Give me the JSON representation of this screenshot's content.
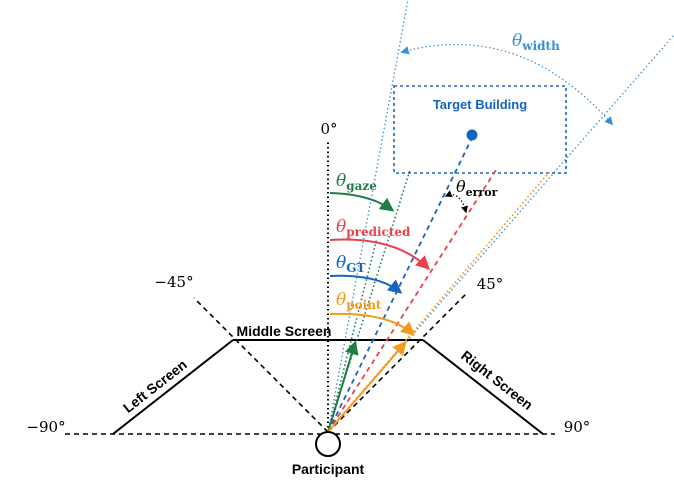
{
  "labels": {
    "target": "Target Building",
    "middle_screen": "Middle Screen",
    "left_screen": "Left Screen",
    "right_screen": "Right Screen",
    "participant": "Participant"
  },
  "angles": {
    "zero": "0°",
    "neg45": "−45°",
    "pos45": "45°",
    "neg90": "−90°",
    "pos90": "90°"
  },
  "thetas": {
    "symbol": "θ",
    "width_sub": "width",
    "gaze_sub": "gaze",
    "predicted_sub": "predicted",
    "gt_sub": "GT",
    "error_sub": "error",
    "point_sub": "point"
  },
  "colors": {
    "black": "#000000",
    "green": "#1e7d45",
    "red": "#e8414a",
    "blue": "#1565c0",
    "orange": "#f59a1b",
    "light_blue": "#3a8fd4"
  }
}
